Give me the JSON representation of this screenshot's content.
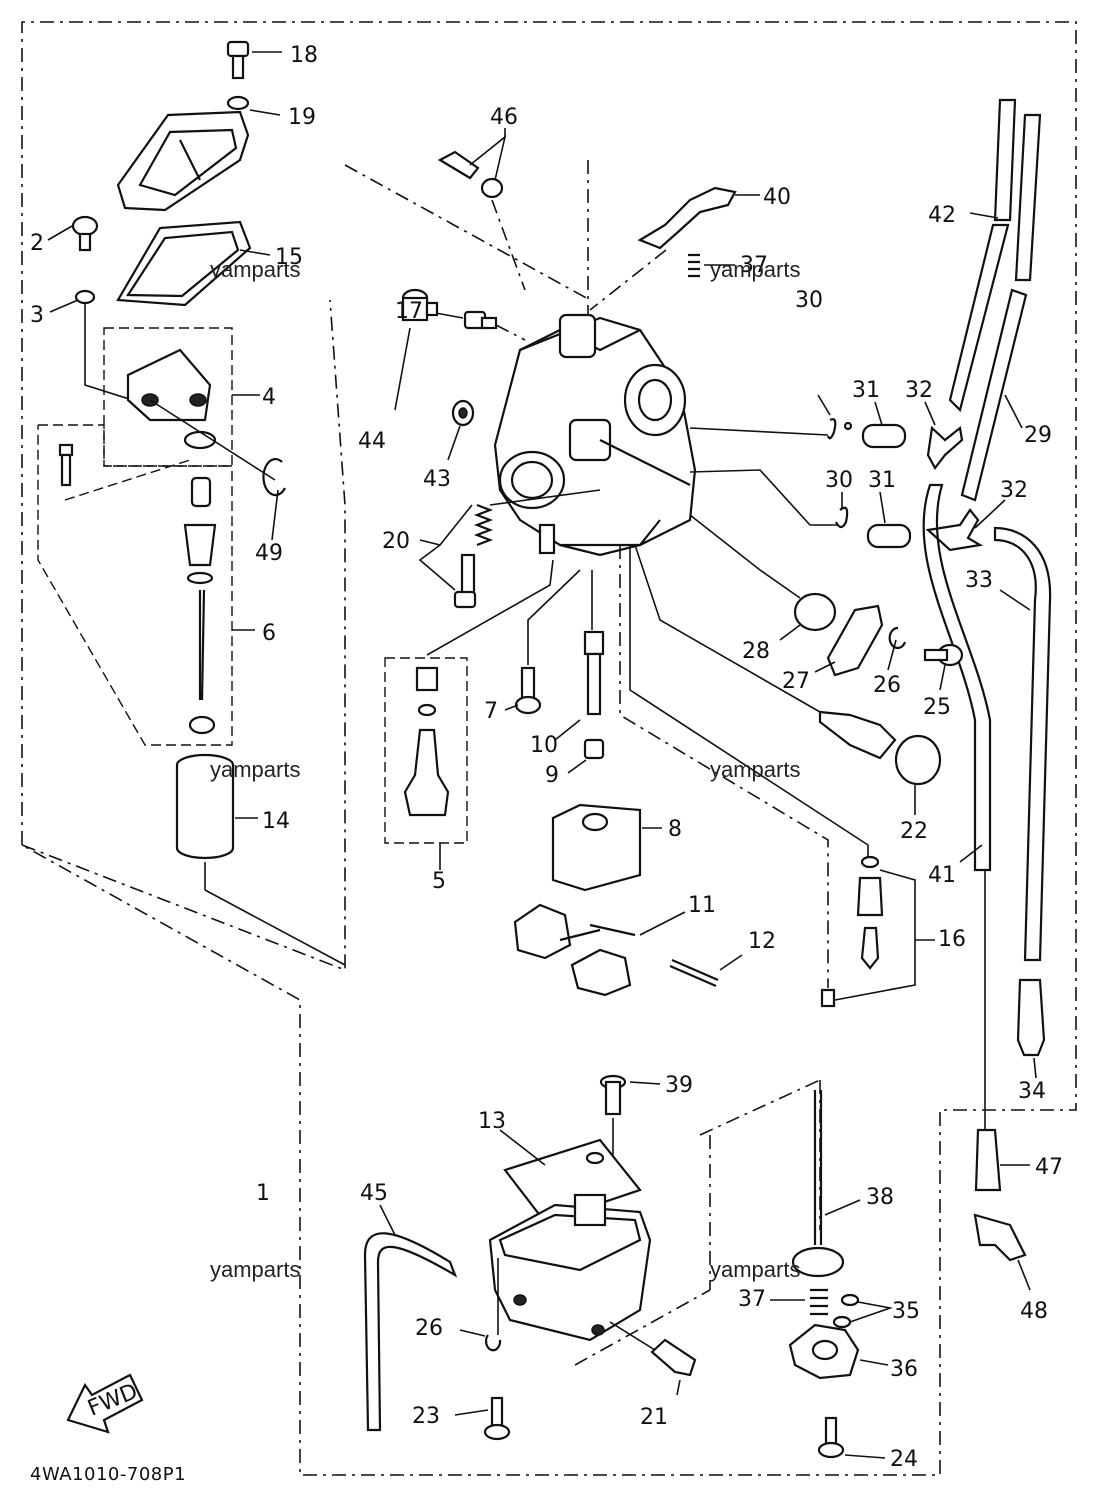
{
  "diagram": {
    "drawing_code": "4WA1010-708P1",
    "fwd_label": "FWD",
    "watermarks": [
      "yamparts",
      "yamparts",
      "yamparts",
      "yamparts",
      "yamparts",
      "yamparts"
    ],
    "callouts": {
      "c1": "1",
      "c2": "2",
      "c3": "3",
      "c4": "4",
      "c5": "5",
      "c6": "6",
      "c7": "7",
      "c8": "8",
      "c9": "9",
      "c10": "10",
      "c11": "11",
      "c12": "12",
      "c13": "13",
      "c14": "14",
      "c15": "15",
      "c16": "16",
      "c17": "17",
      "c18": "18",
      "c19": "19",
      "c20": "20",
      "c21": "21",
      "c22": "22",
      "c23": "23",
      "c24": "24",
      "c25": "25",
      "c26a": "26",
      "c26b": "26",
      "c27": "27",
      "c28": "28",
      "c29": "29",
      "c30a": "30",
      "c30b": "30",
      "c31a": "31",
      "c31b": "31",
      "c32a": "32",
      "c32b": "32",
      "c33": "33",
      "c34": "34",
      "c35": "35",
      "c36": "36",
      "c37a": "37",
      "c37b": "37",
      "c38": "38",
      "c39": "39",
      "c40": "40",
      "c41": "41",
      "c42": "42",
      "c43": "43",
      "c44": "44",
      "c45": "45",
      "c46": "46",
      "c47": "47",
      "c48": "48",
      "c49": "49"
    }
  }
}
